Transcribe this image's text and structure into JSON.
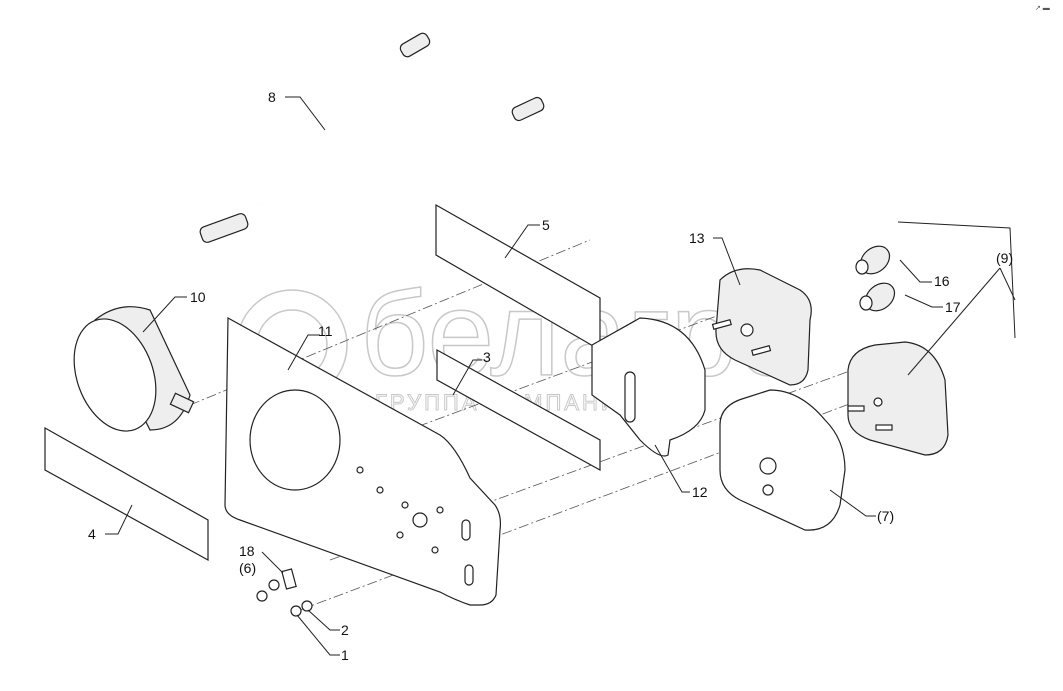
{
  "watermark": {
    "brand": "белагро",
    "subtitle": "ГРУППА КОМПАНИЙ"
  },
  "corner_mark": "↗ ▬",
  "callouts": {
    "c1": "1",
    "c2": "2",
    "c3": "3",
    "c4": "4",
    "c5": "5",
    "c6": "(6)",
    "c7": "(7)",
    "c8": "8",
    "c9": "(9)",
    "c10": "10",
    "c11": "11",
    "c12": "12",
    "c13": "13",
    "c16": "16",
    "c17": "17",
    "c18": "18"
  }
}
